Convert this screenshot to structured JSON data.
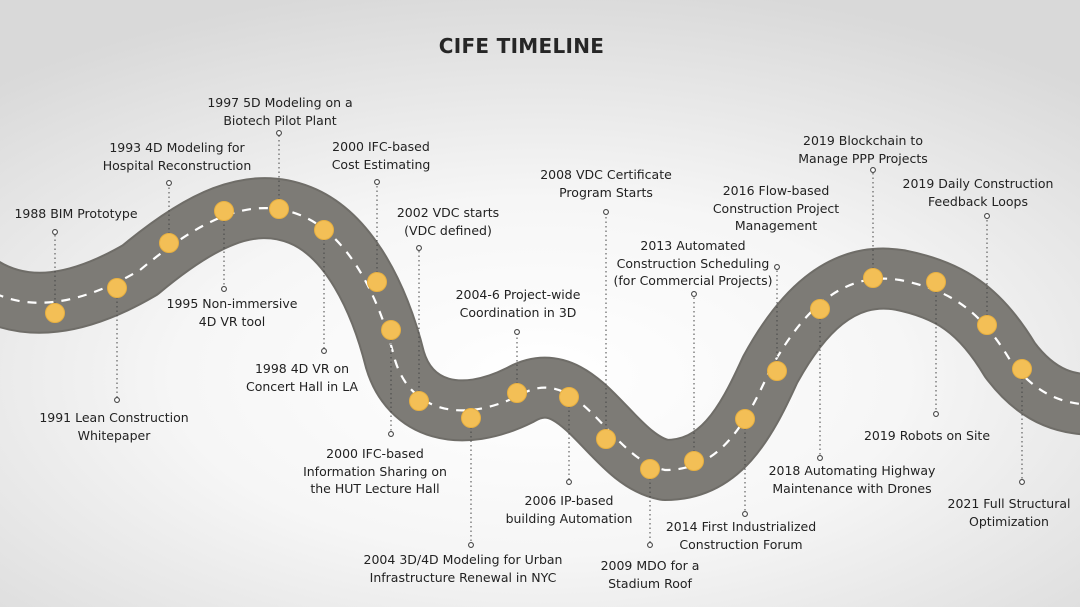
{
  "title": "CIFE TIMELINE",
  "colors": {
    "road": "#7d7b76",
    "road_edge": "#6f6d68",
    "lane_marking": "#ffffff",
    "milestone_fill": "#f3bf56",
    "milestone_stroke": "#e8b040",
    "leader_line": "#444444",
    "text": "#222222"
  },
  "milestones": [
    {
      "label": "1988 BIM Prototype"
    },
    {
      "label": "1991 Lean Construction\nWhitepaper"
    },
    {
      "label": "1993 4D Modeling for\nHospital Reconstruction"
    },
    {
      "label": "1995 Non-immersive\n4D VR tool"
    },
    {
      "label": "1997 5D Modeling on a\nBiotech Pilot Plant"
    },
    {
      "label": "1998 4D VR on\nConcert Hall in LA"
    },
    {
      "label": "2000 IFC-based\nCost Estimating"
    },
    {
      "label": "2000 IFC-based\nInformation Sharing on\nthe HUT Lecture Hall"
    },
    {
      "label": "2002 VDC starts\n(VDC defined)"
    },
    {
      "label": "2004 3D/4D Modeling for Urban\nInfrastructure Renewal in NYC"
    },
    {
      "label": "2004-6 Project-wide\nCoordination in 3D"
    },
    {
      "label": "2006 IP-based\nbuilding Automation"
    },
    {
      "label": "2008 VDC Certificate\nProgram Starts"
    },
    {
      "label": "2009 MDO for a\nStadium Roof"
    },
    {
      "label": "2013 Automated\nConstruction Scheduling\n(for Commercial Projects)"
    },
    {
      "label": "2014 First Industrialized\nConstruction Forum"
    },
    {
      "label": "2016 Flow-based\nConstruction Project\nManagement"
    },
    {
      "label": "2018 Automating Highway\nMaintenance with Drones"
    },
    {
      "label": "2019 Blockchain to\nManage PPP Projects"
    },
    {
      "label": "2019 Robots on Site"
    },
    {
      "label": "2019 Daily Construction\nFeedback Loops"
    },
    {
      "label": "2021 Full Structural\nOptimization"
    }
  ]
}
